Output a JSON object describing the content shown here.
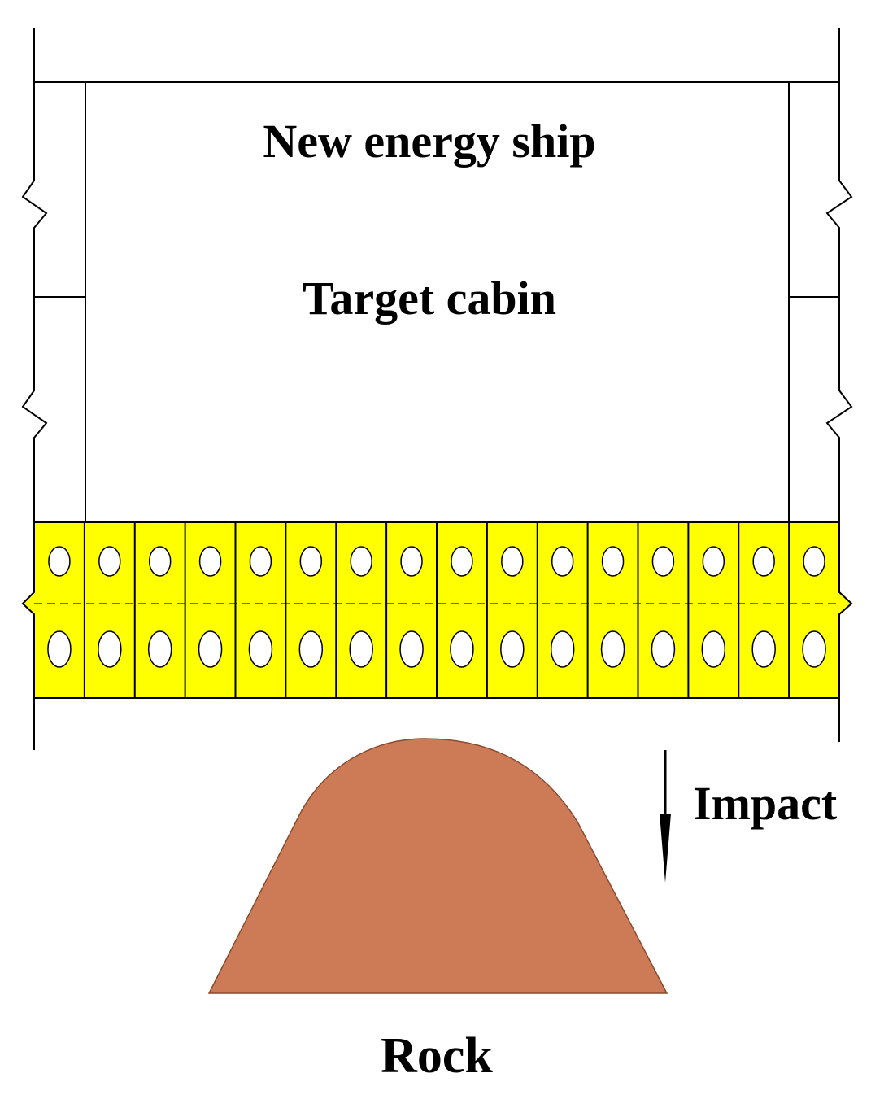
{
  "labels": {
    "ship": "New energy ship",
    "cabin": "Target cabin",
    "impact": "Impact",
    "rock": "Rock"
  },
  "structure": {
    "cell_count": 16,
    "holes_per_cell": 2
  },
  "colors": {
    "line": "#000000",
    "double_bottom_fill": "#ffff00",
    "rock_fill": "#cd7b57",
    "rock_stroke": "#8a4a2e",
    "dashed_line": "#444444",
    "background": "#ffffff"
  },
  "icons": {
    "impact_arrow": "arrow-down-icon"
  }
}
